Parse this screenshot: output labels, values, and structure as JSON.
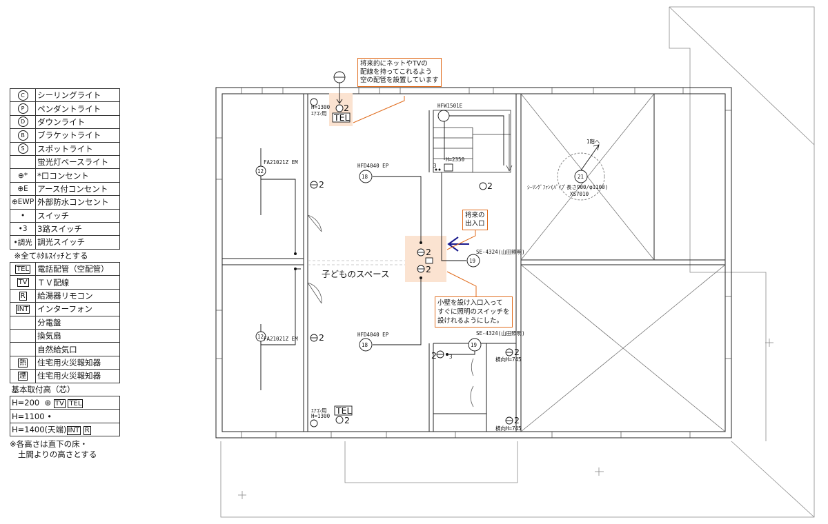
{
  "legend": {
    "items": [
      {
        "symbol": "C",
        "label": "シーリングライト"
      },
      {
        "symbol": "P",
        "label": "ペンダントライト"
      },
      {
        "symbol": "D",
        "label": "ダウンライト"
      },
      {
        "symbol": "B",
        "label": "ブラケットライト"
      },
      {
        "symbol": "S",
        "label": "スポットライト"
      },
      {
        "symbol": "",
        "label": "蛍光灯ベースライト"
      },
      {
        "symbol": "⊕*",
        "label": "*口コンセント"
      },
      {
        "symbol": "⊕E",
        "label": "アース付コンセント"
      },
      {
        "symbol": "⊕EWP",
        "label": "外部防水コンセント"
      },
      {
        "symbol": "•",
        "label": "スイッチ"
      },
      {
        "symbol": "•3",
        "label": "3路スイッチ"
      },
      {
        "symbol": "•調光",
        "label": "調光スイッチ"
      }
    ],
    "note_all_switches": "※全てﾎﾀﾙｽｲｯﾁとする",
    "items2": [
      {
        "symbol": "TEL",
        "label": "電話配管（空配管）"
      },
      {
        "symbol": "TV",
        "label": "ＴＶ配線"
      },
      {
        "symbol": "R",
        "label": "給湯器リモコン"
      },
      {
        "symbol": "INT",
        "label": "インターフォン"
      },
      {
        "symbol": "",
        "label": "分電盤"
      },
      {
        "symbol": "",
        "label": "換気扇"
      },
      {
        "symbol": "",
        "label": "自然給気口"
      },
      {
        "symbol": "熱",
        "label": "住宅用火災報知器"
      },
      {
        "symbol": "煙",
        "label": "住宅用火災報知器"
      }
    ],
    "heights_title": "基本取付高（芯）",
    "h200": "H=200",
    "h1100": "H=1100 •",
    "h1400": "H=1400(天端)",
    "footnote1": "※各高さは直下の床・",
    "footnote2": "土間よりの高さとする"
  },
  "annotations": {
    "tel_note1": "将来的にネットやTVの",
    "tel_note2": "配線を持ってこれるよう",
    "tel_note3": "空の配管を設置しています",
    "entrance_note1": "将来の",
    "entrance_note2": "出入口",
    "wall_note1": "小壁を設け入口入って",
    "wall_note2": "すぐに照明のスイッチを",
    "wall_note3": "設けれるようにした。"
  },
  "plan": {
    "kids_space": "子どものスペース",
    "tel": "TEL",
    "h1300": "H=1300",
    "aircon": "ｴｱｺﾝ用",
    "hfw": "HFW1501E",
    "h2350": "H=2350",
    "fa_top": "FA21021Z EM",
    "fa_bottom": "FA21021Z EM",
    "hfd_top": "HFD4040 EP",
    "hfd_bottom": "HFD4040 EP",
    "se_top": "SE-4324(山田照明)",
    "se_bottom": "SE-4324(山田照明)",
    "ceiling_fan": "ｼｰﾘﾝｸﾞﾌｧﾝ(ﾊﾟｲﾌﾟ長さ900/φ1100)",
    "xs7010": "XS7010",
    "to_first_floor": "1階へ",
    "horizontal_h745_a": "横向H=745",
    "horizontal_h745_b": "横向H=745",
    "two": "2",
    "three": "3",
    "pendant_num": "18",
    "ceiling_num": "19",
    "fan_num": "21",
    "fa_num": "12"
  },
  "colors": {
    "annotation_border": "#e06a1a",
    "highlight": "#fbe3d1",
    "arrow": "#1a1a8c"
  }
}
